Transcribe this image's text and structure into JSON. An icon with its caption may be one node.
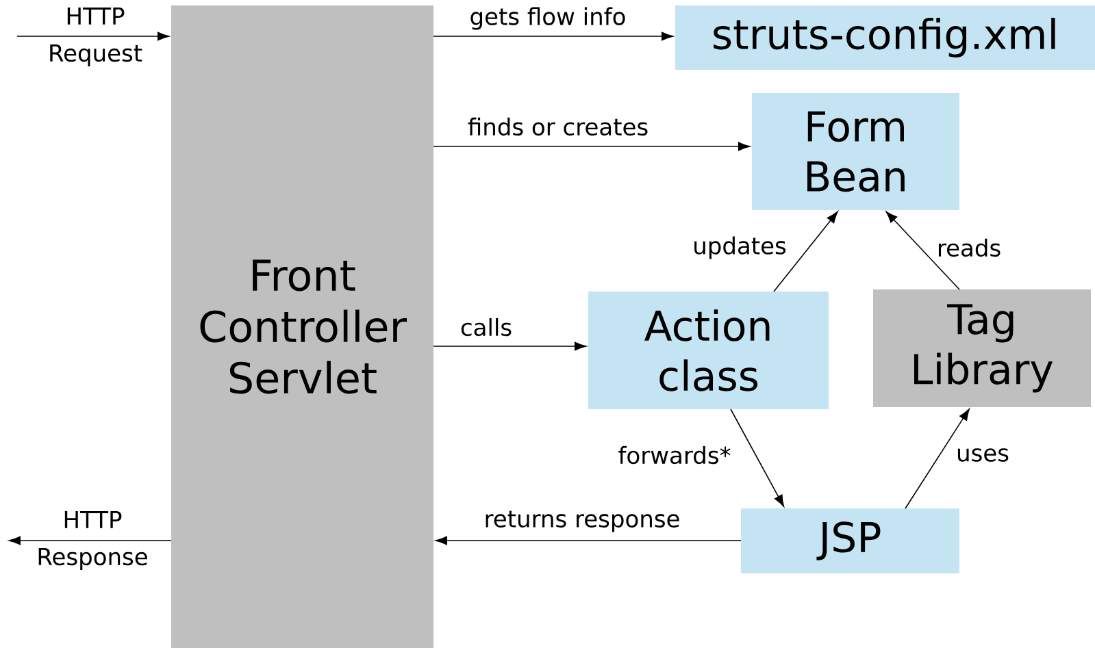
{
  "diagram": {
    "nodes": [
      {
        "text": [
          "Front Controller Servlet"
        ]
      },
      {
        "text": [
          "struts-config.xml"
        ]
      },
      {
        "text": [
          "Form Bean"
        ]
      },
      {
        "text": [
          "Action class"
        ]
      },
      {
        "text": [
          "Tag Library"
        ]
      },
      {
        "text": [
          "JSP"
        ]
      }
    ],
    "edges": [
      {
        "from": null,
        "to": 0,
        "arrow": "to",
        "label": "HTTP Request"
      },
      {
        "from": 0,
        "to": 1,
        "arrow": "to",
        "label": "gets flow info"
      },
      {
        "from": 0,
        "to": 2,
        "arrow": "to",
        "label": "finds or creates"
      },
      {
        "from": 0,
        "to": 3,
        "arrow": "to",
        "label": "calls"
      },
      {
        "from": 3,
        "to": 2,
        "arrow": "to",
        "label": "updates"
      },
      {
        "from": 4,
        "to": 2,
        "arrow": "to",
        "label": "reads"
      },
      {
        "from": 3,
        "to": 5,
        "arrow": "to",
        "label": "forwards*"
      },
      {
        "from": 5,
        "to": 4,
        "arrow": "to",
        "label": "uses"
      },
      {
        "from": 5,
        "to": 0,
        "arrow": "to",
        "label": "returns response"
      },
      {
        "from": 0,
        "to": null,
        "arrow": "to",
        "label": "HTTP Response"
      }
    ]
  }
}
